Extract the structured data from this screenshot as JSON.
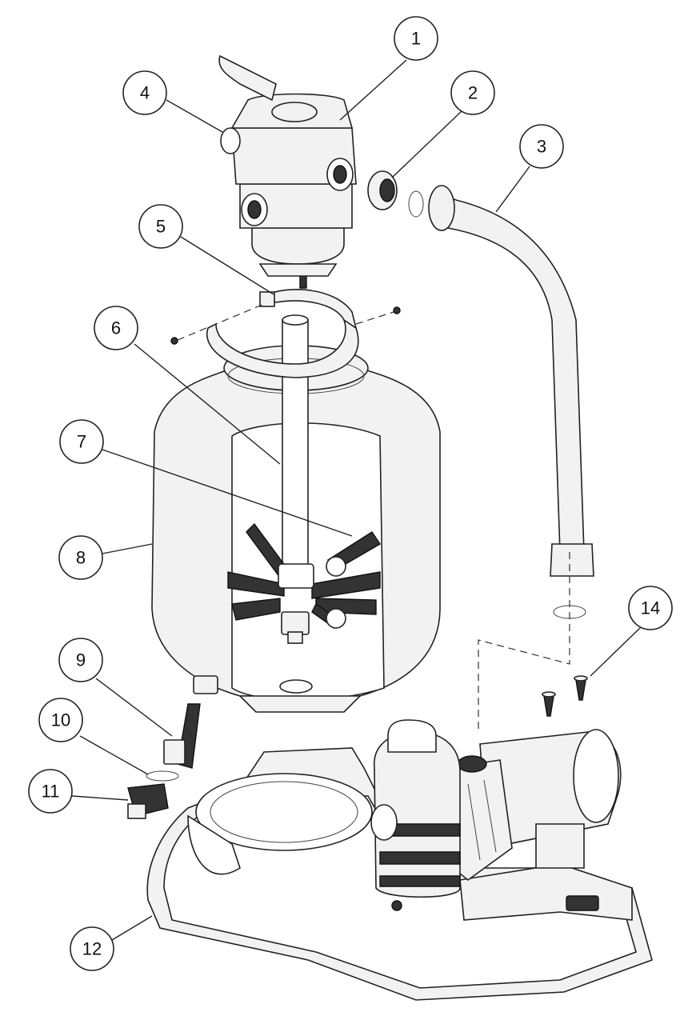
{
  "callouts": [
    {
      "label": "1"
    },
    {
      "label": "2"
    },
    {
      "label": "3"
    },
    {
      "label": "4"
    },
    {
      "label": "5"
    },
    {
      "label": "6"
    },
    {
      "label": "7"
    },
    {
      "label": "8"
    },
    {
      "label": "9"
    },
    {
      "label": "10"
    },
    {
      "label": "11"
    },
    {
      "label": "12"
    },
    {
      "label": "14"
    }
  ],
  "colors": {
    "line": "#222222",
    "fill": "#f2f2f2",
    "dark": "#333333",
    "background": "#ffffff"
  }
}
